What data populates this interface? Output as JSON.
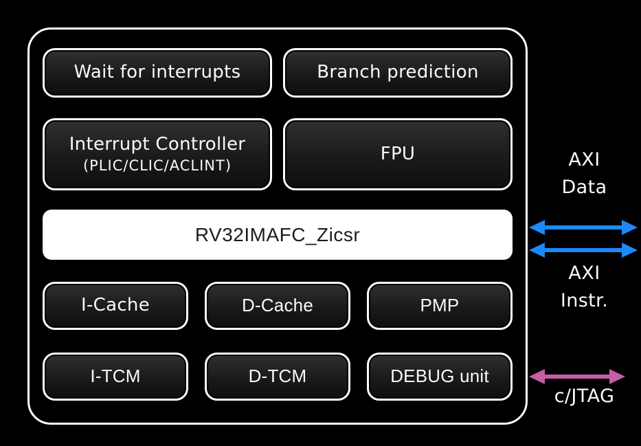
{
  "colors": {
    "background": "#000000",
    "box_border": "#ffffff",
    "box_text": "#fafafa",
    "core_box_bg": "#ffffff",
    "core_box_text": "#1c1c1c",
    "axi_arrow": "#1e88f7",
    "jtag_arrow": "#c45fa4"
  },
  "blocks": {
    "wait_for_interrupts": "Wait for interrupts",
    "branch_prediction": "Branch prediction",
    "interrupt_controller_line1": "Interrupt Controller",
    "interrupt_controller_line2": "(PLIC/CLIC/ACLINT)",
    "fpu": "FPU",
    "core": "RV32IMAFC_Zicsr",
    "icache": "I-Cache",
    "dcache": "D-Cache",
    "pmp": "PMP",
    "itcm": "I-TCM",
    "dtcm": "D-TCM",
    "debug_unit": "DEBUG unit"
  },
  "buses": {
    "axi_data_line1": "AXI",
    "axi_data_line2": "Data",
    "axi_instr_line1": "AXI",
    "axi_instr_line2": "Instr.",
    "jtag_label": "c/JTAG"
  }
}
